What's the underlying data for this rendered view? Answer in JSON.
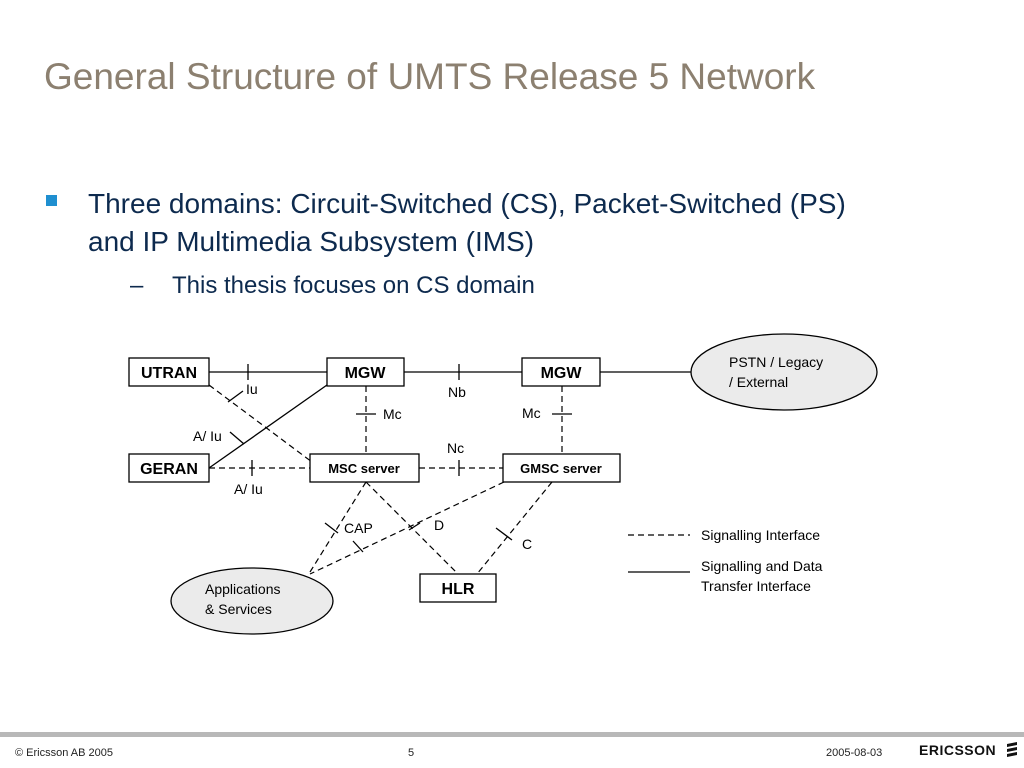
{
  "slide": {
    "title": "General Structure of UMTS Release 5 Network",
    "bullet": "Three domains: Circuit-Switched (CS), Packet-Switched (PS) and IP Multimedia Subsystem (IMS)",
    "sub_dash": "–",
    "sub_bullet": "This thesis focuses on CS domain"
  },
  "diagram": {
    "nodes": {
      "utran": "UTRAN",
      "geran": "GERAN",
      "mgw_left": "MGW",
      "mgw_right": "MGW",
      "msc_server": "MSC server",
      "gmsc_server": "GMSC server",
      "hlr": "HLR",
      "pstn_line1": "PSTN / Legacy",
      "pstn_line2": "/ External",
      "apps_line1": "Applications",
      "apps_line2": "& Services"
    },
    "interfaces": {
      "iu": "Iu",
      "nb": "Nb",
      "mc_left": "Mc",
      "mc_right": "Mc",
      "a_iu_upper": "A/ Iu",
      "a_iu_lower": "A/ Iu",
      "nc": "Nc",
      "cap": "CAP",
      "d": "D",
      "c": "C"
    },
    "legend": {
      "signalling": "Signalling Interface",
      "data_line1": "Signalling and Data",
      "data_line2": "Transfer Interface"
    }
  },
  "footer": {
    "copyright": "© Ericsson AB 2005",
    "page": "5",
    "date": "2005-08-03",
    "logo": "ERICSSON"
  }
}
